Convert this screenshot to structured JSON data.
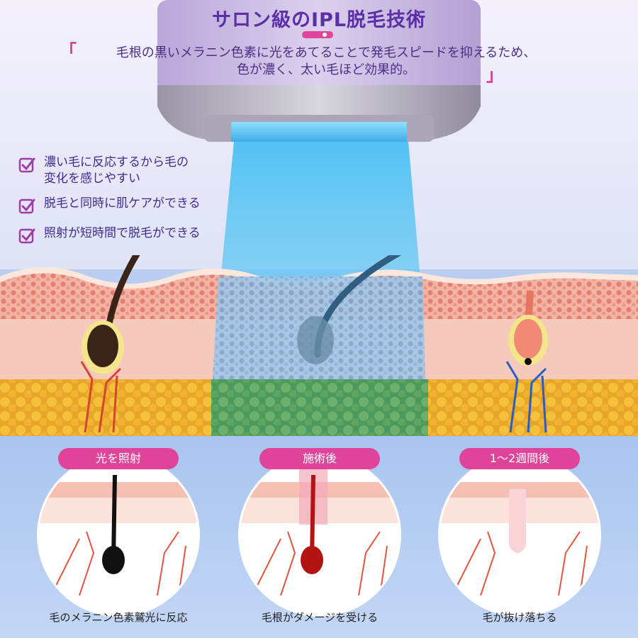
{
  "header": {
    "title": "サロン級のIPL脱毛技術",
    "quote_open": "「",
    "quote_close": "」",
    "tagline_line1": "毛根の黒いメラニン色素に光をあてることで発毛スピードを抑えるため、",
    "tagline_line2": "色が濃く、太い毛ほど効果的。"
  },
  "features": [
    {
      "line1": "濃い毛に反応するから毛の",
      "line2": "変化を感じやすい",
      "icon": "checkbox-check-icon"
    },
    {
      "line1": "脱毛と同時に肌ケアができる",
      "line2": "",
      "icon": "checkbox-check-icon"
    },
    {
      "line1": "照射が短時間で脱毛ができる",
      "line2": "",
      "icon": "checkbox-check-icon"
    }
  ],
  "panels": [
    {
      "label": "光を照射",
      "caption": "毛のメラニン色素鷲光に反応"
    },
    {
      "label": "施術後",
      "caption": "毛根がダメージを受ける"
    },
    {
      "label": "1～2週間後",
      "caption": "毛が抜け落ちる"
    }
  ],
  "colors": {
    "accent": "#e0449a",
    "title": "#5a2fa8",
    "text": "#3c2d8f",
    "light_beam": "#7fd0f5"
  }
}
